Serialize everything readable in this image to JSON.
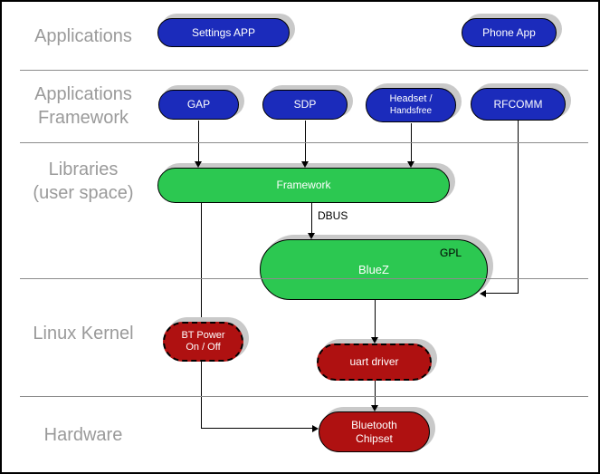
{
  "colors": {
    "blue": "#1b2bbb",
    "green": "#2cc851",
    "red": "#af1111",
    "shadow": "#c9c9c9",
    "divider_gray": "#8c8c8c",
    "layer_label_gray": "#9a9a9a",
    "connector_black": "#000000",
    "pill_text": "#ffffff"
  },
  "layers": {
    "applications": {
      "label": "Applications"
    },
    "app_framework": {
      "line1": "Applications",
      "line2": "Framework"
    },
    "libraries": {
      "line1": "Libraries",
      "line2": "(user space)"
    },
    "linux_kernel": {
      "label": "Linux Kernel"
    },
    "hardware": {
      "label": "Hardware"
    }
  },
  "nodes": {
    "settings_app": {
      "label": "Settings APP"
    },
    "phone_app": {
      "label": "Phone App"
    },
    "gap": {
      "label": "GAP"
    },
    "sdp": {
      "label": "SDP"
    },
    "headset": {
      "line1": "Headset /",
      "line2": "Handsfree"
    },
    "rfcomm": {
      "label": "RFCOMM"
    },
    "framework": {
      "label": "Framework"
    },
    "bluez": {
      "label": "BlueZ",
      "badge": "GPL"
    },
    "bt_power": {
      "line1": "BT Power",
      "line2": "On / Off"
    },
    "uart_driver": {
      "label": "uart driver"
    },
    "bt_chipset": {
      "line1": "Bluetooth",
      "line2": "Chipset"
    }
  },
  "connectors": {
    "dbus_label": "DBUS"
  }
}
